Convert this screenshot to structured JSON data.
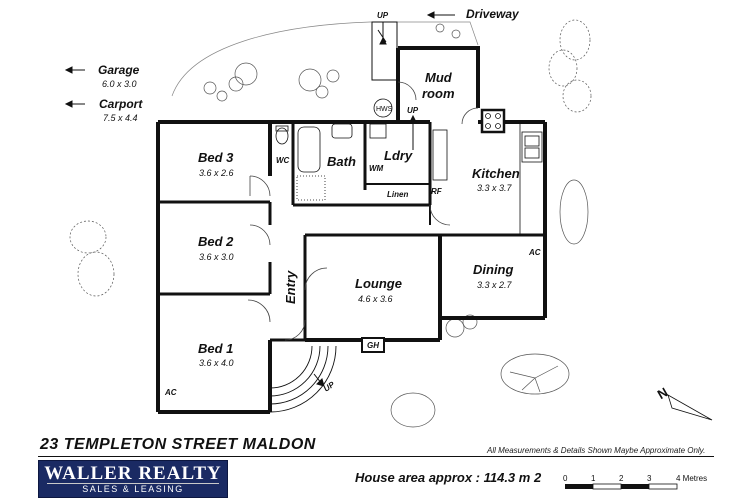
{
  "plan": {
    "rooms": {
      "garage": {
        "name": "Garage",
        "dim": "6.0 x 3.0"
      },
      "carport": {
        "name": "Carport",
        "dim": "7.5 x 4.4"
      },
      "driveway": {
        "name": "Driveway"
      },
      "mud_room": {
        "name_line1": "Mud",
        "name_line2": "room"
      },
      "bed3": {
        "name": "Bed 3",
        "dim": "3.6 x 2.6"
      },
      "bed2": {
        "name": "Bed 2",
        "dim": "3.6 x 3.0"
      },
      "bed1": {
        "name": "Bed 1",
        "dim": "3.6 x 4.0"
      },
      "bath": {
        "name": "Bath"
      },
      "laundry": {
        "name": "Ldry"
      },
      "kitchen": {
        "name": "Kitchen",
        "dim": "3.3 x 3.7"
      },
      "lounge": {
        "name": "Lounge",
        "dim": "4.6 x 3.6"
      },
      "dining": {
        "name": "Dining",
        "dim": "3.3 x 2.7"
      },
      "entry": {
        "name": "Entry"
      }
    },
    "fixtures": {
      "wc": "WC",
      "wm": "WM",
      "linen": "Linen",
      "rf": "RF",
      "hws": "HWS",
      "ac_dining": "AC",
      "ac_bed1": "AC",
      "gh": "GH",
      "up_top": "UP",
      "up_laundry": "UP",
      "up_front": "UP"
    },
    "compass": "N",
    "scale": {
      "ticks": [
        "0",
        "1",
        "2",
        "3",
        "4 Metres"
      ]
    }
  },
  "footer": {
    "address": "23 TEMPLETON STREET MALDON",
    "disclaimer": "All Measurements & Details Shown Maybe Approximate Only.",
    "house_area": "House area approx : 114.3 m 2",
    "logo_main": "WALLER REALTY",
    "logo_sub": "SALES & LEASING"
  }
}
